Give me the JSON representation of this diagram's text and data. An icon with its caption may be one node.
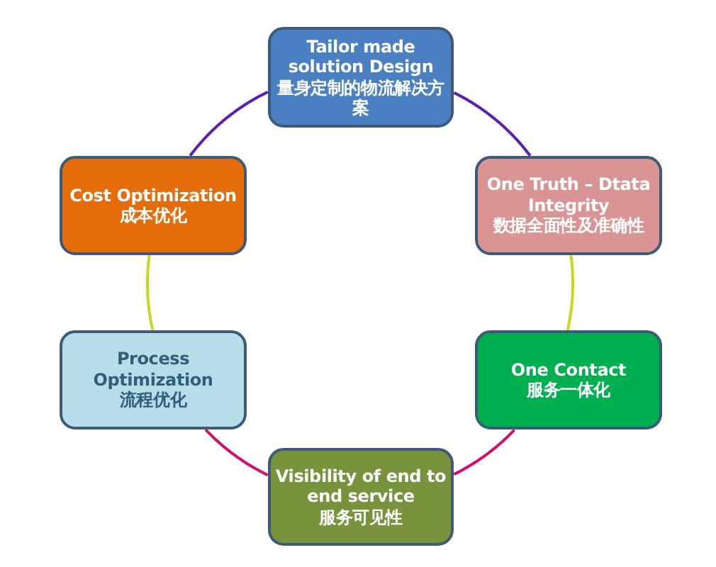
{
  "diagram": {
    "nodes": [
      {
        "text": [
          "Tailor made solution Design",
          "量身定制的物流解决方案"
        ]
      },
      {
        "text": [
          "Cost Optimization",
          "成本优化"
        ]
      },
      {
        "text": [
          "One Truth – Dtata Integrity",
          "数据全面性及准确性"
        ]
      },
      {
        "text": [
          "Process Optimization",
          "流程优化"
        ]
      },
      {
        "text": [
          "One Contact",
          "服务一体化"
        ]
      },
      {
        "text": [
          "Visibility of end to end service",
          "服务可见性"
        ]
      }
    ],
    "edges": [
      {
        "from": 0,
        "to": 2,
        "arrow": "none",
        "color": "#5b1fb0"
      },
      {
        "from": 2,
        "to": 4,
        "arrow": "none",
        "color": "#c8d820"
      },
      {
        "from": 4,
        "to": 5,
        "arrow": "none",
        "color": "#d0106a"
      },
      {
        "from": 5,
        "to": 3,
        "arrow": "none",
        "color": "#d0106a"
      },
      {
        "from": 3,
        "to": 1,
        "arrow": "none",
        "color": "#c8d820"
      },
      {
        "from": 1,
        "to": 0,
        "arrow": "none",
        "color": "#5b1fb0"
      }
    ]
  }
}
